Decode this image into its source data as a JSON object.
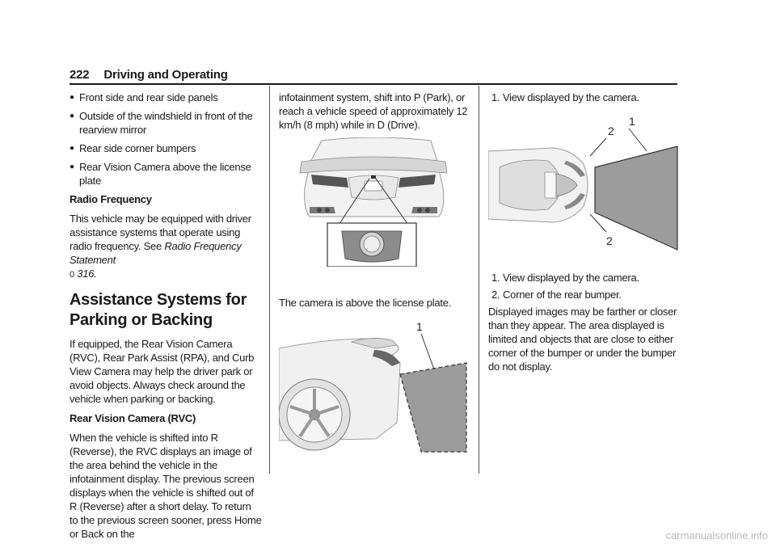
{
  "header": {
    "page_number": "222",
    "section_title": "Driving and Operating"
  },
  "col1": {
    "bullets": [
      "Front side and rear side panels",
      "Outside of the windshield in front of the rearview mirror",
      "Rear side corner bumpers",
      "Rear Vision Camera above the license plate"
    ],
    "radio_heading": "Radio Frequency",
    "radio_text": "This vehicle may be equipped with driver assistance systems that operate using radio frequency. See",
    "radio_link": "Radio Frequency Statement",
    "radio_page_icon": "0",
    "radio_page": "316",
    "h2": "Assistance Systems for Parking or Backing",
    "assist_para": "If equipped, the Rear Vision Camera (RVC), Rear Park Assist (RPA), and Curb View Camera may help the driver park or avoid objects. Always check around the vehicle when parking or backing.",
    "rvc_heading": "Rear Vision Camera (RVC)",
    "rvc_para": "When the vehicle is shifted into R (Reverse), the RVC displays an image of the area behind the vehicle in the infotainment display. The previous screen displays when the vehicle is shifted out of R (Reverse) after a short delay. To return to the previous screen sooner, press Home or Back on the"
  },
  "col2": {
    "cont_para": "infotainment system, shift into P (Park), or reach a vehicle speed of approximately 12 km/h (8 mph) while in D (Drive).",
    "caption": "The camera is above the license plate.",
    "side_callout": "1"
  },
  "col3": {
    "top_item": "View displayed by the camera.",
    "top_num": "1.",
    "fig_callouts": {
      "one": "1",
      "two_top": "2",
      "two_bottom": "2"
    },
    "list": [
      {
        "num": "1.",
        "text": "View displayed by the camera."
      },
      {
        "num": "2.",
        "text": "Corner of the rear bumper."
      }
    ],
    "final_para": "Displayed images may be farther or closer than they appear. The area displayed is limited and objects that are close to either corner of the bumper or under the bumper do not display."
  },
  "watermark": "carmanualsonline.info"
}
